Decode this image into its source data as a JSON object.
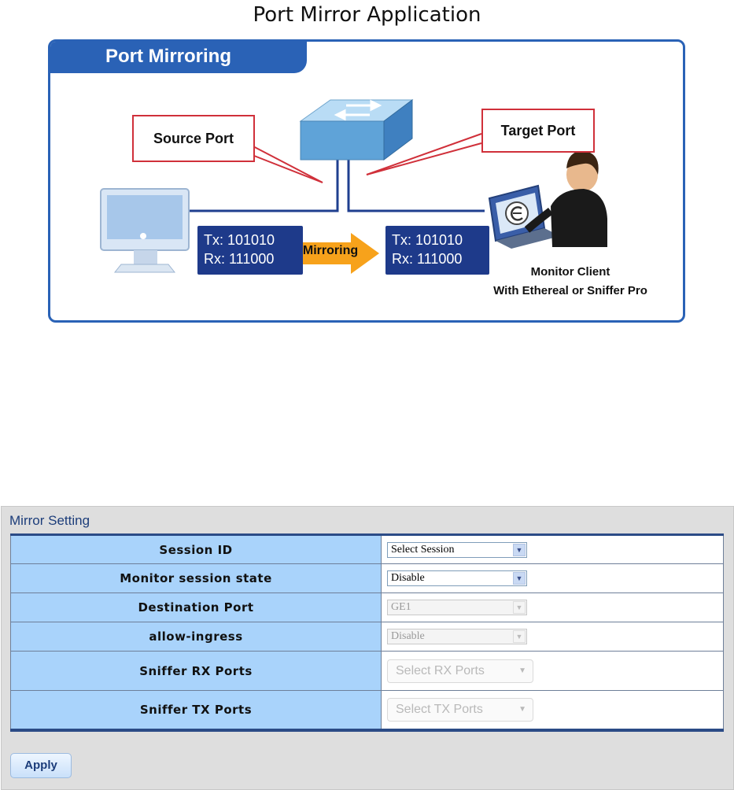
{
  "figure": {
    "title": "Port Mirror Application",
    "tab_label": "Port Mirroring",
    "source_callout": "Source Port",
    "target_callout": "Target Port",
    "left_box": {
      "tx": "Tx: 101010",
      "rx": "Rx: 111000"
    },
    "right_box": {
      "tx": "Tx: 101010",
      "rx": "Rx: 111000"
    },
    "arrow_label": "Mirroring",
    "monitor_caption_1": "Monitor Client",
    "monitor_caption_2": "With Ethereal or Sniffer Pro",
    "colors": {
      "frame": "#2a62b6",
      "callout": "#d0303a",
      "data_box": "#1e3a8a",
      "arrow": "#f7a21b"
    }
  },
  "mirror_setting": {
    "title": "Mirror Setting",
    "rows": {
      "session_id": {
        "label": "Session ID",
        "value": "Select Session"
      },
      "monitor_state": {
        "label": "Monitor session state",
        "value": "Disable"
      },
      "destination_port": {
        "label": "Destination Port",
        "value": "GE1"
      },
      "allow_ingress": {
        "label": "allow-ingress",
        "value": "Disable"
      },
      "sniffer_rx": {
        "label": "Sniffer RX Ports",
        "value": "Select RX Ports"
      },
      "sniffer_tx": {
        "label": "Sniffer TX Ports",
        "value": "Select TX Ports"
      }
    },
    "apply_label": "Apply"
  }
}
